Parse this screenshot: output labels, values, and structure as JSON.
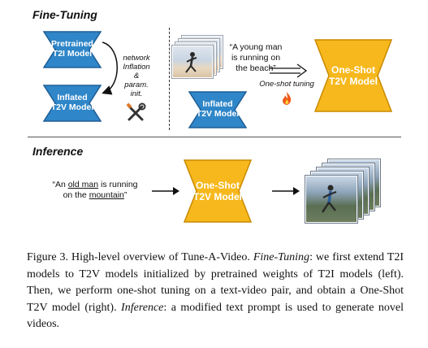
{
  "fine_tuning": {
    "title": "Fine-Tuning",
    "pretrained_model": [
      "Pretrained",
      "T2I Model"
    ],
    "inflated_model": [
      "Inflated",
      "T2V Model"
    ],
    "side_note": [
      "network",
      "Inflation",
      "&",
      "param.",
      "init."
    ],
    "prompt": [
      "“A young man",
      "is running on",
      "the beach”"
    ],
    "tuning_label": "One-shot tuning",
    "oneshot_model": [
      "One-Shot",
      "T2V Model"
    ]
  },
  "inference": {
    "title": "Inference",
    "prompt_line1_pre": "“An ",
    "prompt_line1_u": "old man",
    "prompt_line1_post": " is running",
    "prompt_line2_pre": "on the ",
    "prompt_line2_u": "mountain",
    "prompt_line2_post": "”",
    "model": [
      "One-Shot",
      "T2V Model"
    ]
  },
  "caption": {
    "prefix": "Figure 3. High-level overview of Tune-A-Video. ",
    "ft_label": "Fine-Tuning",
    "ft_text": ": we first extend T2I models to T2V models initialized by pretrained weights of T2I models (left). Then, we perform one-shot tuning on a text-video pair, and obtain a One-Shot T2V model (right). ",
    "inf_label": "Inference",
    "inf_text": ": a modified text prompt is used to generate novel videos."
  },
  "colors": {
    "blue": "#2f86c8",
    "blue_border": "#1f5f96",
    "yellow": "#f6b81c",
    "yellow_border": "#c98a00",
    "flame": "#f05a1a"
  }
}
